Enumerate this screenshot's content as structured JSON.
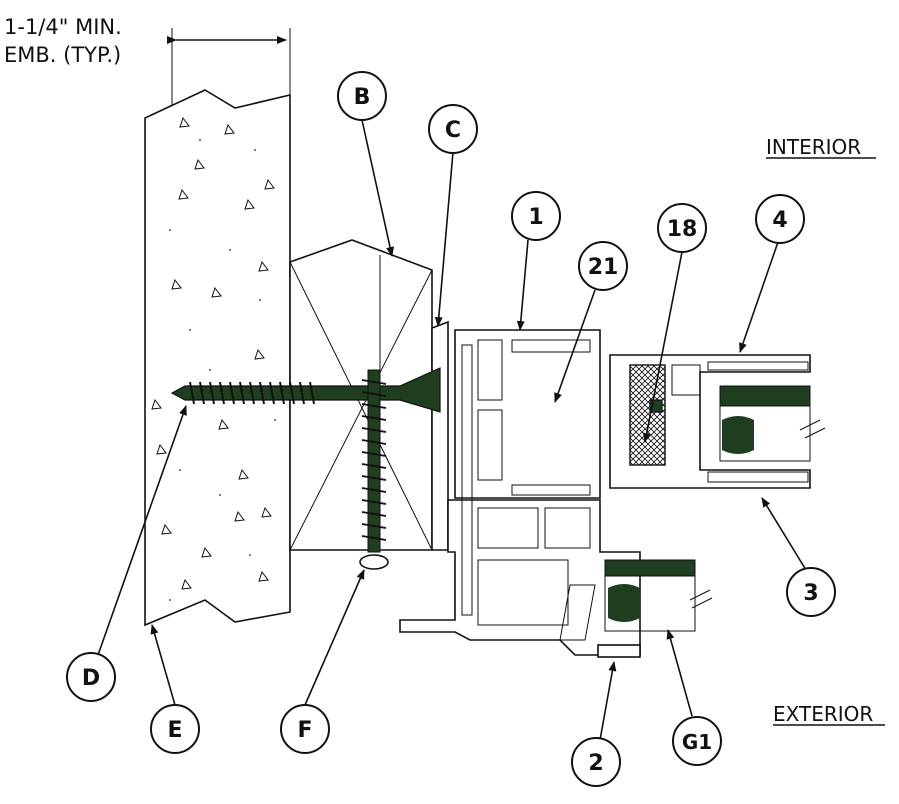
{
  "dimension_note": {
    "line1": "1-1/4\" MIN.",
    "line2": "EMB. (TYP.)"
  },
  "zones": {
    "interior": "INTERIOR",
    "exterior": "EXTERIOR"
  },
  "callouts": {
    "B": "B",
    "C": "C",
    "D": "D",
    "E": "E",
    "F": "F",
    "n1": "1",
    "n2": "2",
    "n3": "3",
    "n4": "4",
    "n18": "18",
    "n21": "21",
    "G1": "G1"
  },
  "colors": {
    "line": "#111111",
    "screw": "#1f3d1f",
    "background": "#ffffff"
  }
}
